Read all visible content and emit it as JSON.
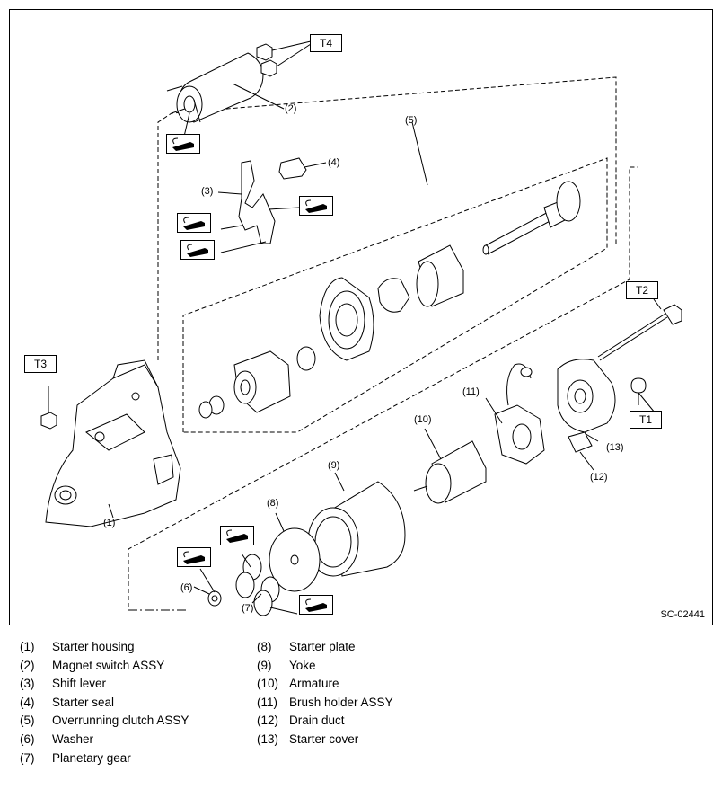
{
  "figure": {
    "id": "SC-02441",
    "torque_labels": [
      "T1",
      "T2",
      "T3",
      "T4"
    ],
    "callouts": [
      "(1)",
      "(2)",
      "(3)",
      "(4)",
      "(5)",
      "(6)",
      "(7)",
      "(8)",
      "(9)",
      "(10)",
      "(11)",
      "(12)",
      "(13)"
    ],
    "grease_icon": "grease-tube-icon"
  },
  "legend": {
    "left": [
      {
        "num": "(1)",
        "label": "Starter housing"
      },
      {
        "num": "(2)",
        "label": "Magnet switch ASSY"
      },
      {
        "num": "(3)",
        "label": "Shift lever"
      },
      {
        "num": "(4)",
        "label": "Starter seal"
      },
      {
        "num": "(5)",
        "label": "Overrunning clutch ASSY"
      },
      {
        "num": "(6)",
        "label": "Washer"
      },
      {
        "num": "(7)",
        "label": "Planetary gear"
      }
    ],
    "right": [
      {
        "num": "(8)",
        "label": "Starter plate"
      },
      {
        "num": "(9)",
        "label": "Yoke"
      },
      {
        "num": "(10)",
        "label": "Armature"
      },
      {
        "num": "(11)",
        "label": "Brush holder ASSY"
      },
      {
        "num": "(12)",
        "label": "Drain duct"
      },
      {
        "num": "(13)",
        "label": "Starter cover"
      }
    ]
  }
}
